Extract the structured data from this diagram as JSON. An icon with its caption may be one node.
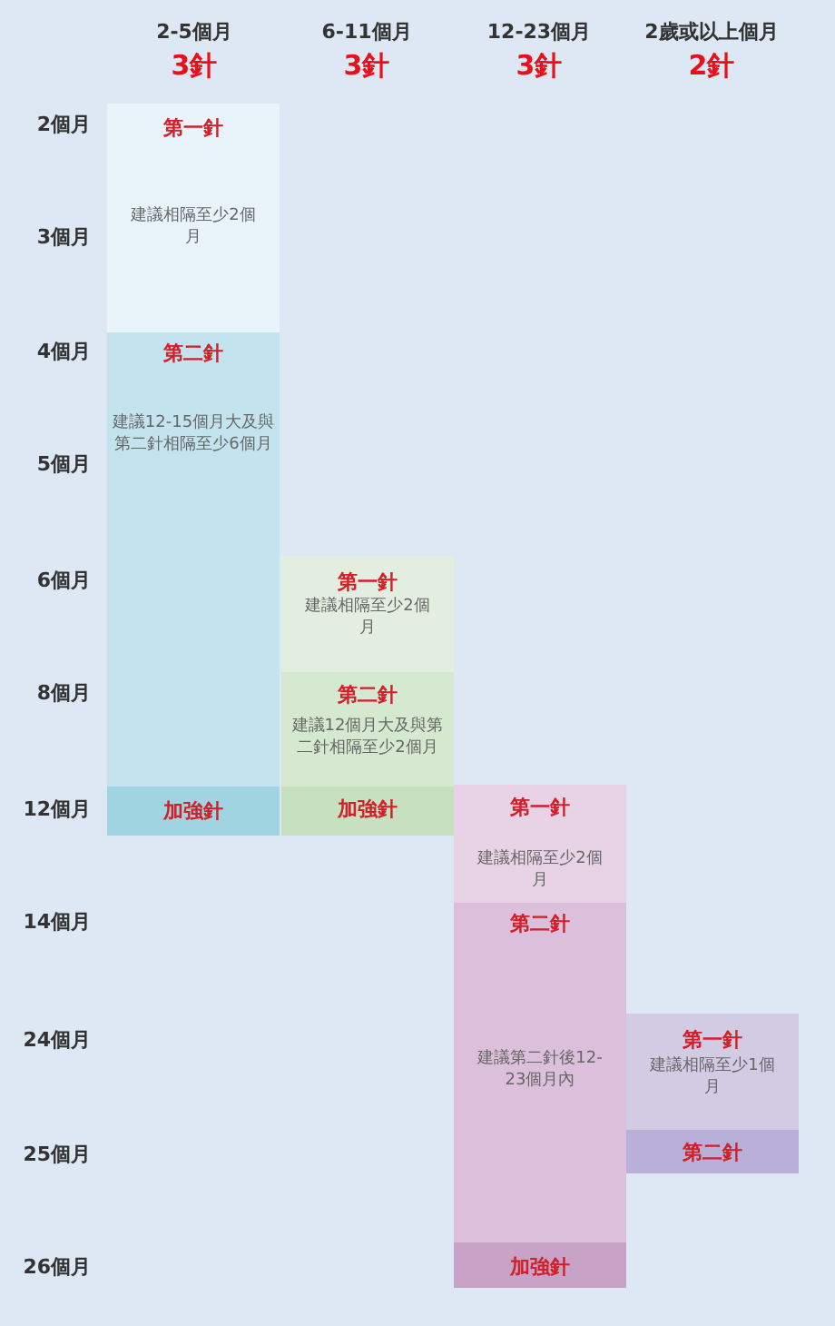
{
  "diagram": {
    "nodes": [
      {
        "text": [
          "第一針",
          "建議相隔至少2個月"
        ]
      },
      {
        "text": [
          "第二針",
          "建議12-15個月大及與第二針相隔至少6個月"
        ]
      },
      {
        "text": [
          "加強針"
        ]
      },
      {
        "text": [
          "第一針",
          "建議相隔至少2個月"
        ]
      },
      {
        "text": [
          "第二針",
          "建議12個月大及與第二針相隔至少2個月"
        ]
      },
      {
        "text": [
          "加強針"
        ]
      },
      {
        "text": [
          "第一針",
          "建議相隔至少2個月"
        ]
      },
      {
        "text": [
          "第二針",
          "建議第二針後12-23個月內"
        ]
      },
      {
        "text": [
          "加強針"
        ]
      },
      {
        "text": [
          "第一針",
          "建議相隔至少1個月"
        ]
      },
      {
        "text": [
          "第二針"
        ]
      }
    ],
    "labels": [
      "2-5個月",
      "6-11個月",
      "12-23個月",
      "2歲或以上個月",
      "3針",
      "3針",
      "3針",
      "2針",
      "2個月",
      "3個月",
      "4個月",
      "5個月",
      "6個月",
      "8個月",
      "12個月",
      "14個月",
      "24個月",
      "25個月",
      "26個月"
    ]
  }
}
